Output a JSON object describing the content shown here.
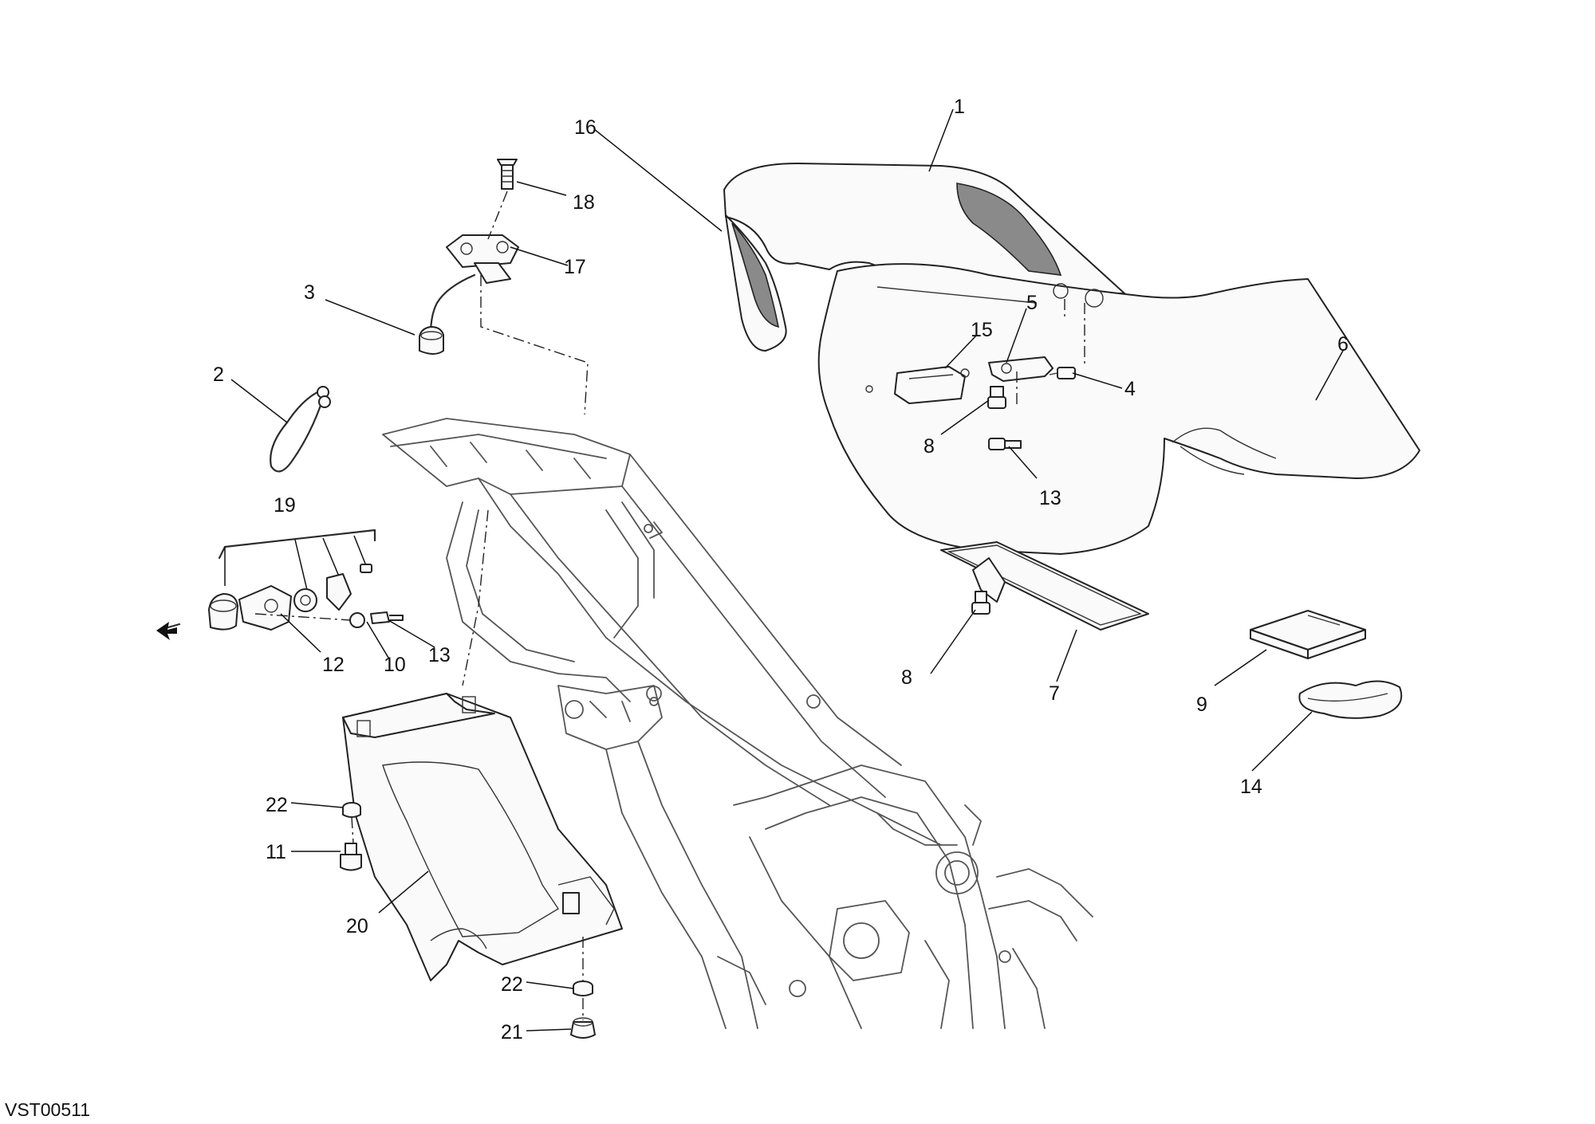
{
  "drawing_code": "VST00511",
  "callouts": [
    {
      "n": "1"
    },
    {
      "n": "2"
    },
    {
      "n": "3"
    },
    {
      "n": "4"
    },
    {
      "n": "5"
    },
    {
      "n": "6"
    },
    {
      "n": "7"
    },
    {
      "n": "8"
    },
    {
      "n": "8"
    },
    {
      "n": "9"
    },
    {
      "n": "10"
    },
    {
      "n": "11"
    },
    {
      "n": "12"
    },
    {
      "n": "13"
    },
    {
      "n": "13"
    },
    {
      "n": "14"
    },
    {
      "n": "15"
    },
    {
      "n": "16"
    },
    {
      "n": "17"
    },
    {
      "n": "18"
    },
    {
      "n": "19"
    },
    {
      "n": "20"
    },
    {
      "n": "21"
    },
    {
      "n": "22"
    },
    {
      "n": "22"
    }
  ]
}
